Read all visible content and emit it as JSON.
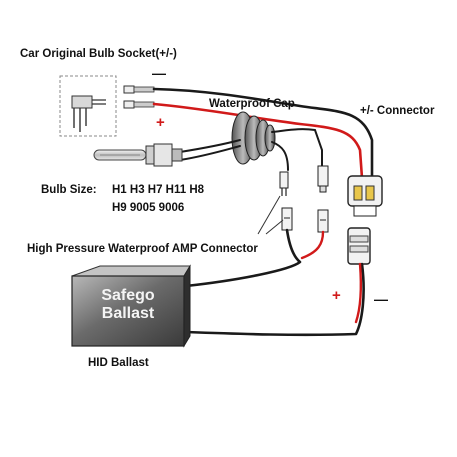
{
  "labels": {
    "socket": "Car Original Bulb Socket(+/-)",
    "socket_minus": "—",
    "socket_plus": "+",
    "waterproof_cap": "Waterproof Cap",
    "pm_connector": "+/- Connector",
    "bulb_size_label": "Bulb Size:",
    "bulb_sizes_row1": "H1  H3  H7  H11  H8",
    "bulb_sizes_row2": "H9  9005  9006",
    "amp_connector": "High Pressure Waterproof AMP Connector",
    "ballast_brand": "Safego",
    "ballast_word": "Ballast",
    "hid_ballast": "HID Ballast",
    "ballast_plus": "+",
    "ballast_minus": "—"
  },
  "colors": {
    "wire_red": "#d11a1a",
    "wire_black": "#1a1a1a",
    "ballast_dark": "#4a4a4a",
    "ballast_light": "#9a9a9a"
  }
}
